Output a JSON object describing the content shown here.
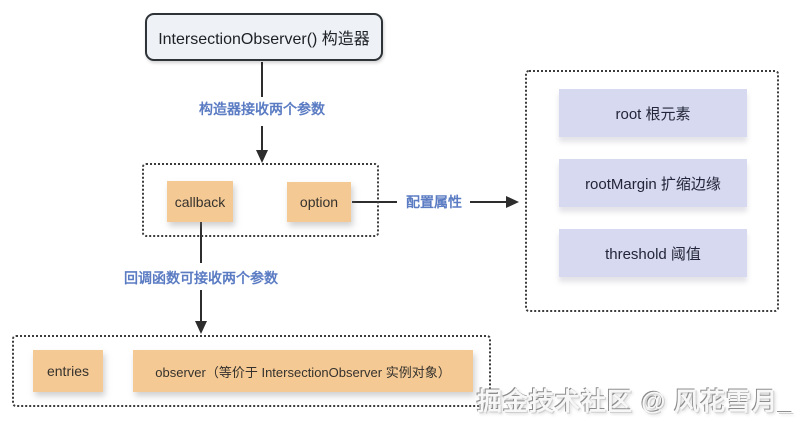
{
  "constructor_box": {
    "label": "IntersectionObserver() 构造器"
  },
  "labels": {
    "constructor_arrow": "构造器接收两个参数",
    "option_arrow": "配置属性",
    "callback_arrow": "回调函数可接收两个参数"
  },
  "params": {
    "callback": "callback",
    "option": "option"
  },
  "options": {
    "items": [
      "root 根元素",
      "rootMargin 扩缩边缘",
      "threshold 阈值"
    ]
  },
  "callback_args": {
    "entries": "entries",
    "observer": "observer（等价于 IntersectionObserver 实例对象）"
  },
  "watermark": "掘金技术社区 @ 风花雪月_",
  "colors": {
    "orange_box": "#f5c994",
    "lavender_box": "#d6d9ef",
    "constructor_fill": "#eef1f6",
    "arrow_label_blue": "#5b7cc3",
    "line_color": "#2d2d2d"
  }
}
